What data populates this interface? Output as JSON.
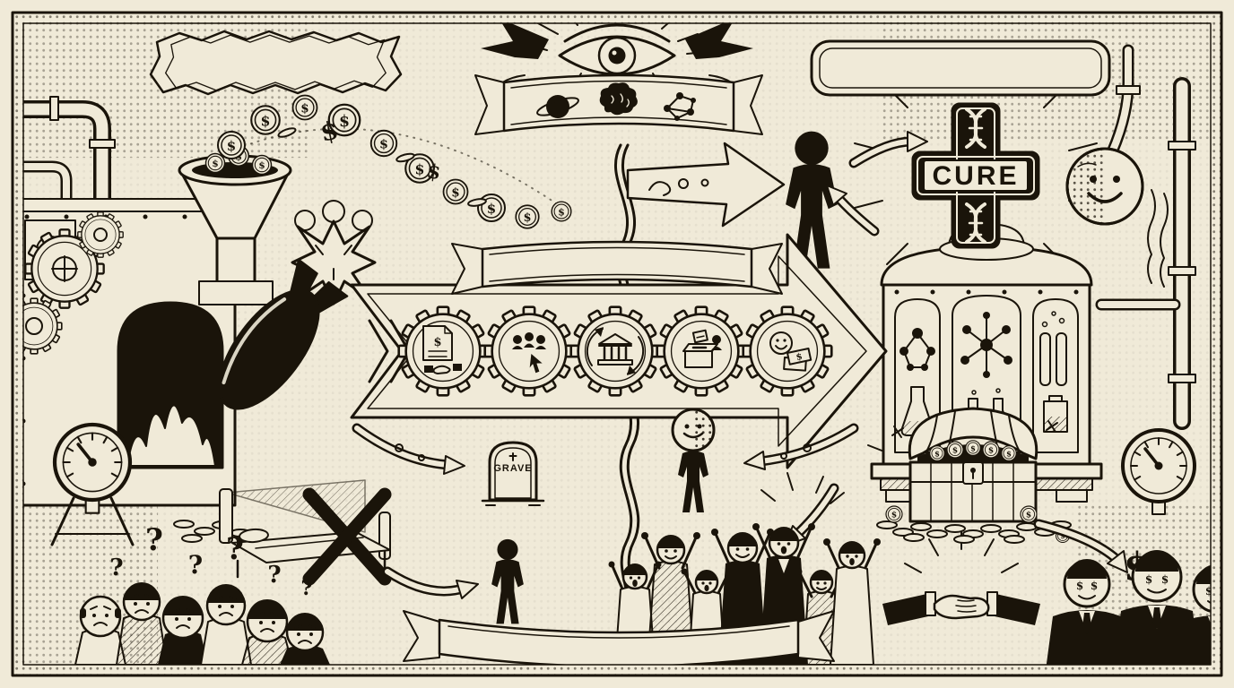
{
  "artwork": {
    "type": "editorial-cartoon-engraving",
    "palette": {
      "paper": "#f0ead8",
      "ink": "#1a140a"
    },
    "labels": {
      "cure": "CURE",
      "grave": "GRAVE",
      "dollar": "$",
      "question_mark": "?"
    },
    "banners": {
      "top_left": "",
      "top_right": "",
      "center": "",
      "bottom": ""
    },
    "header": {
      "eye_icon": "all-seeing-eye-icon",
      "ribbon_icons": [
        "saturn-planet-icon",
        "brain-icon",
        "network-graph-icon"
      ]
    },
    "process_band_icons": [
      "contract-dollar-gear-icon",
      "crowd-support-gear-icon",
      "bank-exchange-gear-icon",
      "ballot-box-gear-icon",
      "smiley-money-gear-icon"
    ],
    "left_scene": {
      "elements": [
        "money-funnel",
        "coin-stream",
        "furnace-machine",
        "gears",
        "bomb",
        "explosion-burst",
        "pressure-gauge",
        "worried-crowd",
        "question-marks",
        "crossed-out-bed",
        "gravestone",
        "lone-person"
      ]
    },
    "right_scene": {
      "elements": [
        "patient-person",
        "cure-cross-dna",
        "smiling-globe",
        "laboratory-reactor",
        "pressure-gauge",
        "treasure-chest",
        "handshake",
        "money-eyed-businessmen",
        "dollar-sign"
      ]
    },
    "bottom_scene": {
      "elements": [
        "globe-headed-person",
        "cheering-crowd"
      ]
    }
  }
}
